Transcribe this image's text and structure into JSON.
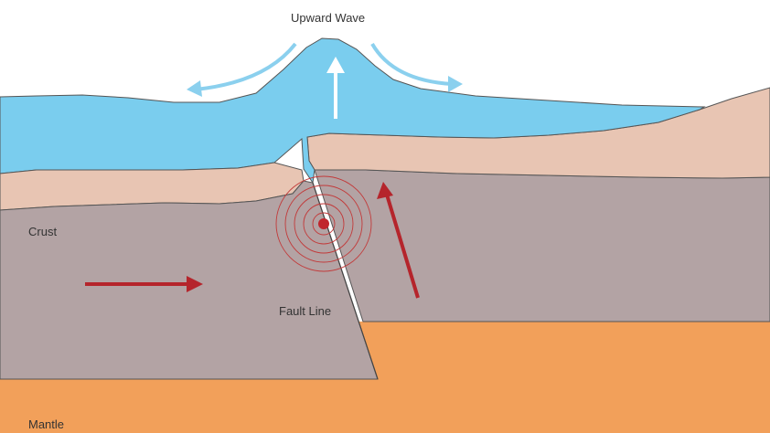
{
  "labels": {
    "upward_wave": "Upward Wave",
    "crust": "Crust",
    "fault_line": "Fault Line",
    "mantle": "Mantle"
  },
  "colors": {
    "water": "#7acdee",
    "sediment": "#e8c5b3",
    "crust": "#b3a3a4",
    "mantle": "#f2a05a",
    "motion_arrow": "#b5252c",
    "wave_arrow": "#8bd0ee",
    "outline": "#555555"
  }
}
